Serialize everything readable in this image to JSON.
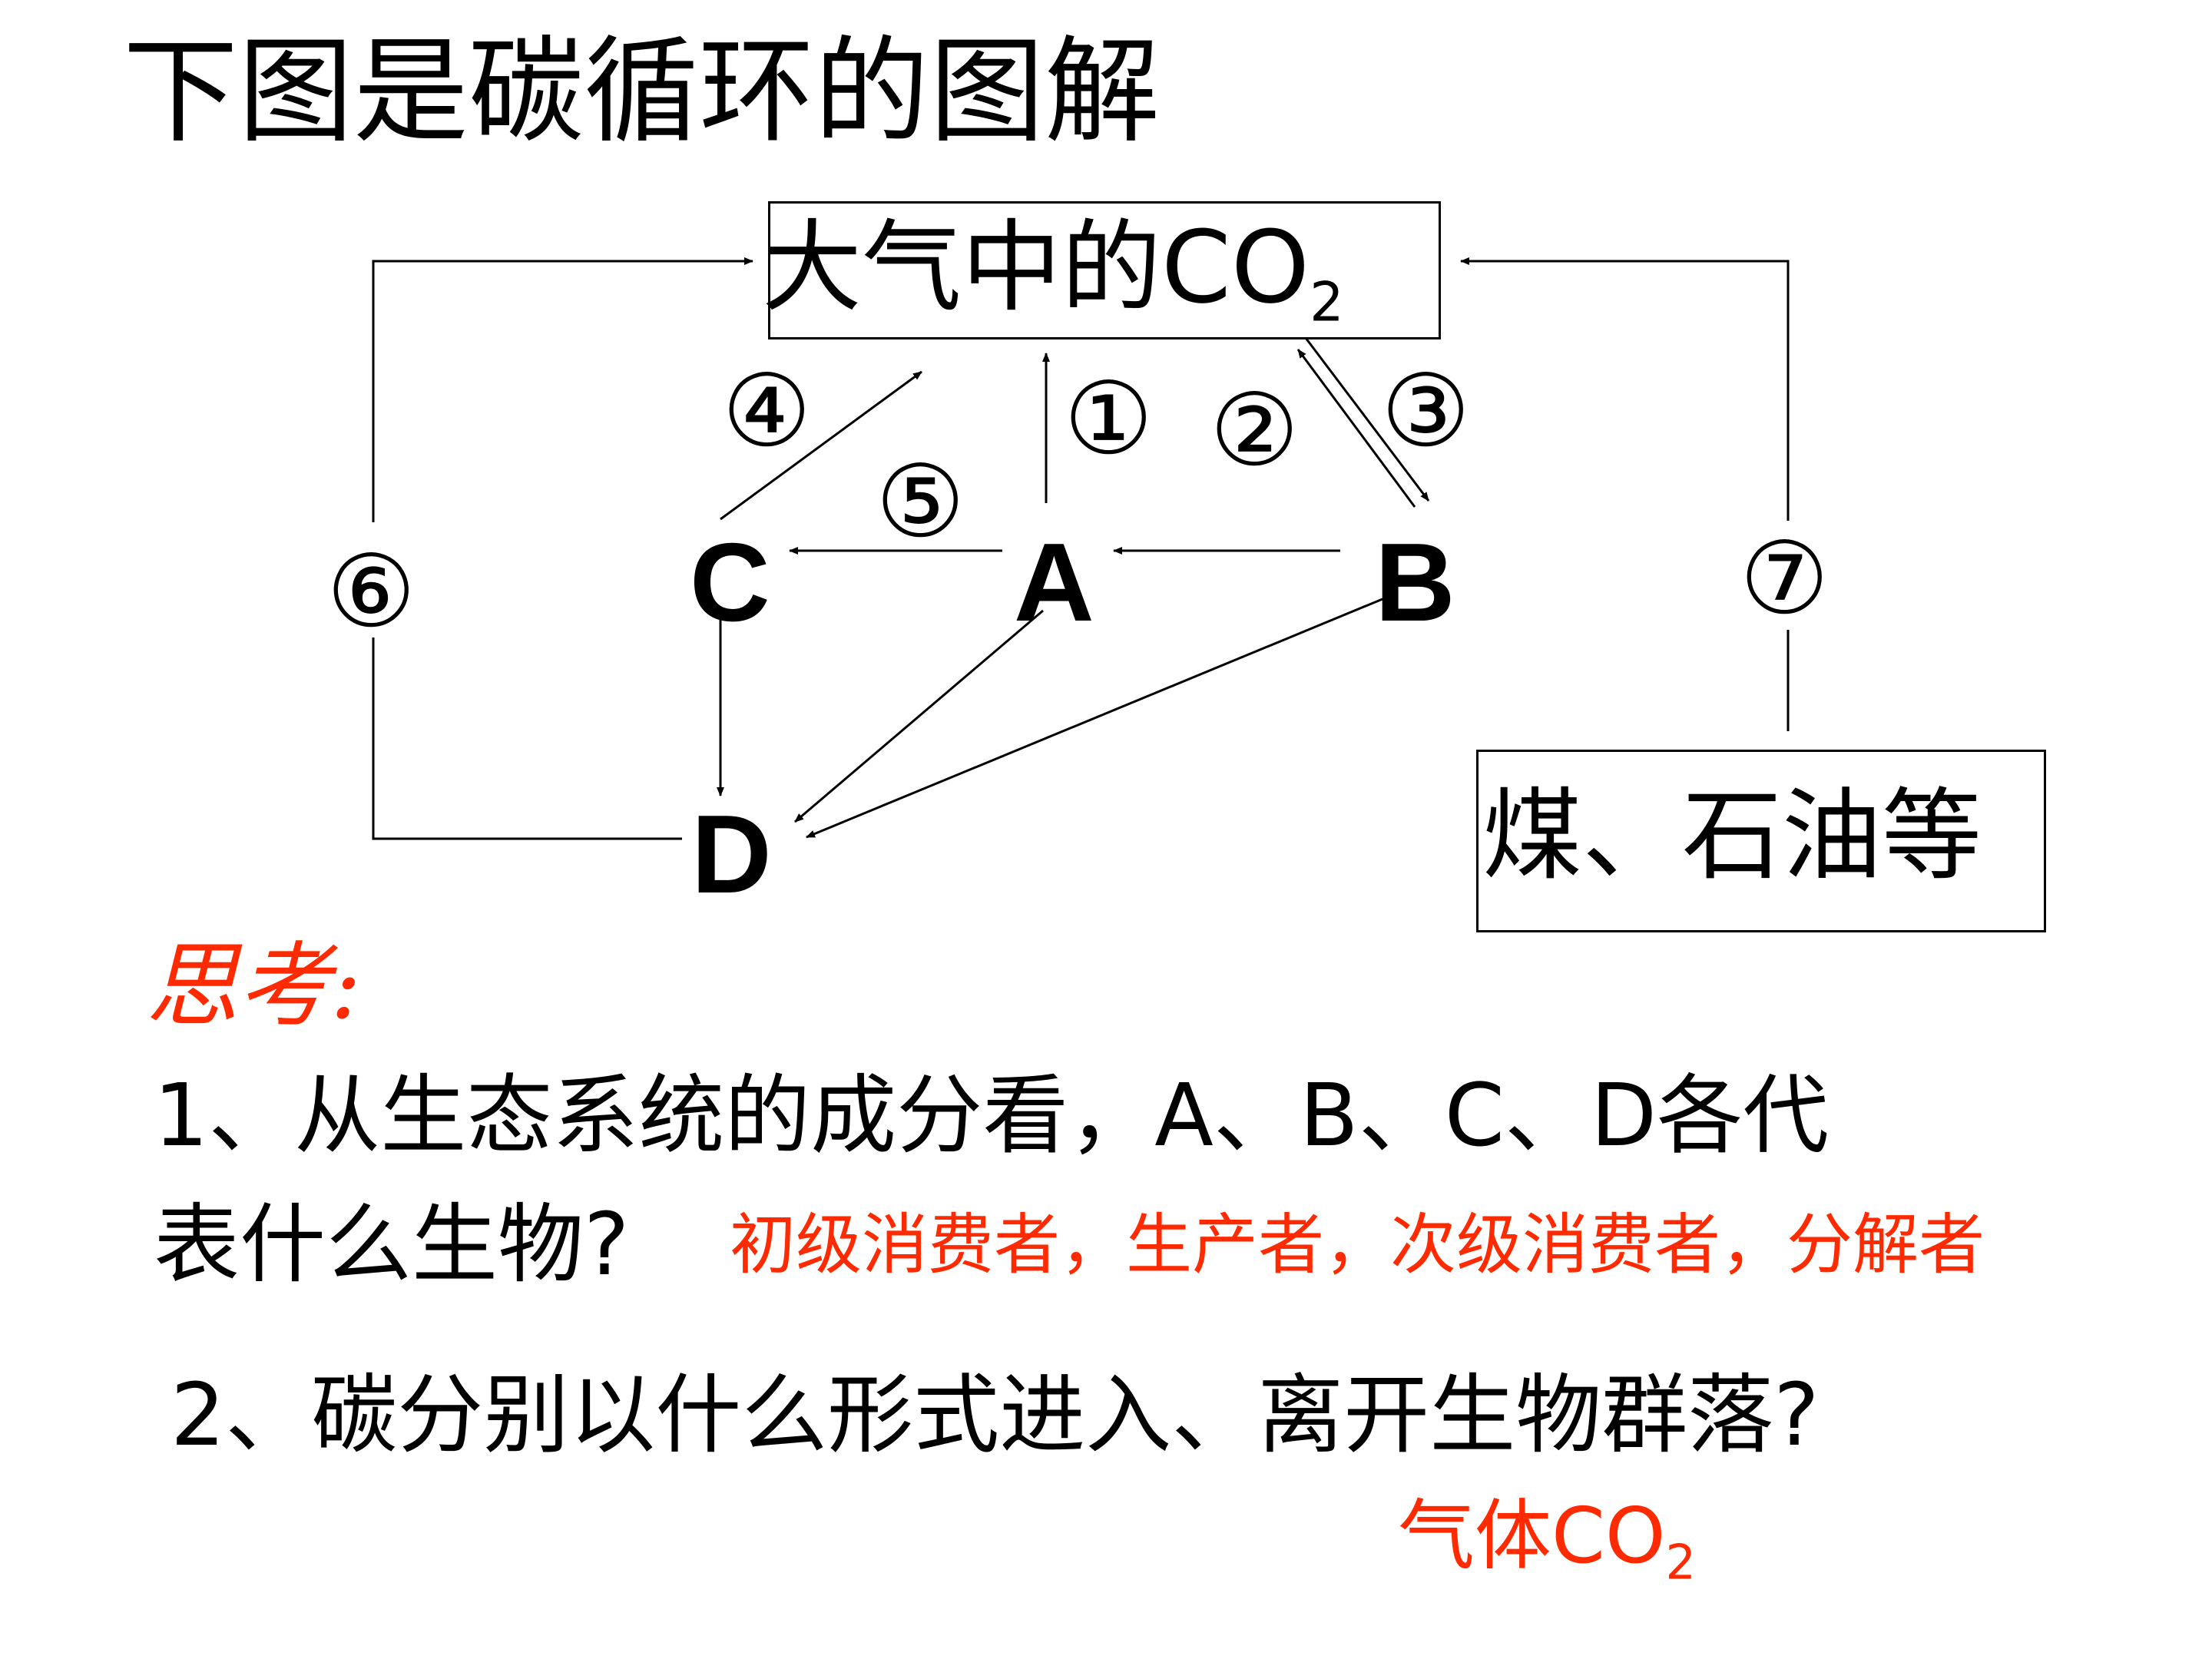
{
  "title": "下图是碳循环的图解",
  "diagram": {
    "atmosphere_label": "大气中的CO",
    "atmosphere_sub": "2",
    "fossil_label": "煤、石油等",
    "nodes": {
      "a": "A",
      "b": "B",
      "c": "C",
      "d": "D"
    },
    "process_numbers": [
      "①",
      "②",
      "③",
      "④",
      "⑤",
      "⑥",
      "⑦"
    ]
  },
  "think": {
    "heading": "思考:",
    "q1_line1": "1、从生态系统的成分看，A、B、C、D各代",
    "q1_line2": "表什么生物?",
    "a1": "初级消费者，生产者，次级消费者，分解者",
    "q2": "2、碳分别以什么形式进入、离开生物群落?",
    "a2_text": "气体CO",
    "a2_sub": "2"
  },
  "colors": {
    "answer": "#ff2a00",
    "text": "#000000"
  }
}
